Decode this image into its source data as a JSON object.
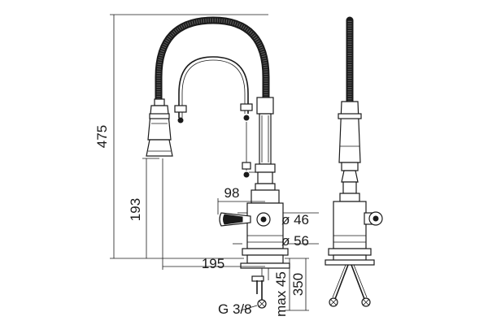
{
  "dimensions": {
    "height_total": "475",
    "height_spout": "193",
    "reach": "195",
    "handle_offset": "98",
    "diameter_top": "ø 46",
    "diameter_base": "ø 56",
    "connector": "G 3/8",
    "max_deck": "max 45",
    "hose_length": "350"
  },
  "colors": {
    "line": "#1a1a1a",
    "background": "#ffffff"
  }
}
